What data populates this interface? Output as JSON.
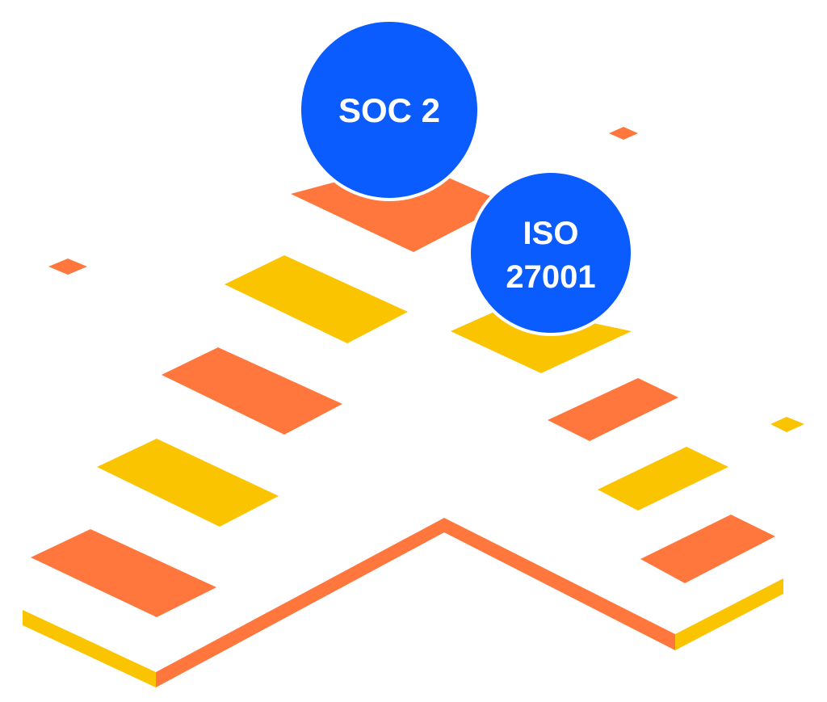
{
  "badges": {
    "soc2": {
      "line1": "SOC 2"
    },
    "iso": {
      "line1": "ISO",
      "line2": "27001"
    }
  },
  "colors": {
    "orange": "#FF773D",
    "yellow": "#FBC400",
    "blue": "#0A5CFF",
    "white": "#FFFFFF",
    "background": "#FFFFFF"
  }
}
